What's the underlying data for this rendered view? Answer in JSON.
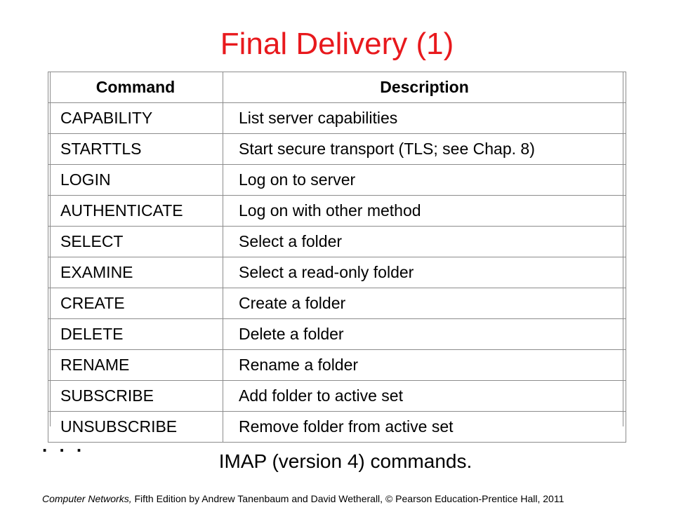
{
  "slide": {
    "title": "Final Delivery (1)",
    "ellipsis": ". . .",
    "caption": "IMAP (version 4) commands."
  },
  "table": {
    "headers": [
      "Command",
      "Description"
    ],
    "rows": [
      {
        "command": "CAPABILITY",
        "description": "List server capabilities"
      },
      {
        "command": "STARTTLS",
        "description": "Start secure transport (TLS; see Chap. 8)"
      },
      {
        "command": "LOGIN",
        "description": "Log on to server"
      },
      {
        "command": "AUTHENTICATE",
        "description": "Log on with other method"
      },
      {
        "command": "SELECT",
        "description": "Select a folder"
      },
      {
        "command": "EXAMINE",
        "description": "Select a read-only folder"
      },
      {
        "command": "CREATE",
        "description": "Create a folder"
      },
      {
        "command": "DELETE",
        "description": "Delete a folder"
      },
      {
        "command": "RENAME",
        "description": "Rename a folder"
      },
      {
        "command": "SUBSCRIBE",
        "description": "Add folder to active set"
      },
      {
        "command": "UNSUBSCRIBE",
        "description": "Remove folder from active set"
      }
    ]
  },
  "footer": {
    "book_title": "Computer Networks,",
    "rest": " Fifth Edition by Andrew Tanenbaum and David Wetherall, © Pearson Education-Prentice Hall, 2011"
  },
  "colors": {
    "title": "#e8191d",
    "text": "#000000",
    "grid": "#8c8c8c",
    "background": "#ffffff"
  }
}
